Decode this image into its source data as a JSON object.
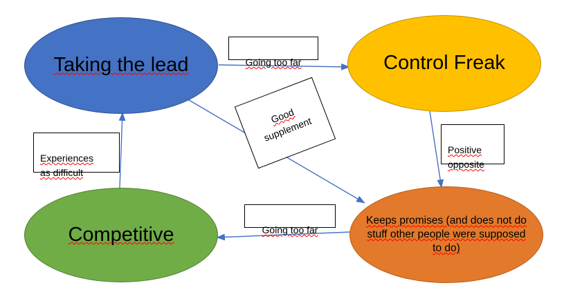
{
  "diagram": {
    "title": "Taking the lead / Control Freak / Competitive behaviour cycle",
    "background_color": "#ffffff",
    "edge_color": "#4472C4",
    "spellcheck_squiggle_color": "#ff0000"
  },
  "nodes": [
    {
      "id": "taking-the-lead",
      "label": "Taking the lead",
      "fill": "#4472C4",
      "stroke": "#2f528f",
      "shape": "ellipse",
      "spellcheck_underline": true
    },
    {
      "id": "control-freak",
      "label": "Control Freak",
      "fill": "#FFC000",
      "stroke": "#bf9000",
      "shape": "ellipse",
      "spellcheck_underline": false
    },
    {
      "id": "competitive",
      "label": "Competitive",
      "fill": "#70AD47",
      "stroke": "#507e32",
      "shape": "ellipse",
      "spellcheck_underline": true
    },
    {
      "id": "keeps-promises",
      "label": "Keeps promises (and does not do stuff other people were supposed to do)",
      "fill": "#E3792B",
      "stroke": "#b85c18",
      "shape": "ellipse",
      "spellcheck_underline": true
    }
  ],
  "edge_labels": {
    "going_too_far_top": "Going too far",
    "good_supplement_line1": "Good",
    "good_supplement_line2": "supplement",
    "experiences_line1": "Experiences",
    "experiences_line2": "as difficult",
    "positive_line1": "Positive",
    "positive_line2": "opposite",
    "going_too_far_bottom": "Going too far"
  },
  "edges": [
    {
      "id": "edge-lead-to-control",
      "from": "taking-the-lead",
      "to": "control-freak",
      "label": "Going too far",
      "direction": "right"
    },
    {
      "id": "edge-control-to-keeps",
      "from": "control-freak",
      "to": "keeps-promises",
      "label": "Positive opposite",
      "direction": "down"
    },
    {
      "id": "edge-keeps-to-competitive",
      "from": "keeps-promises",
      "to": "competitive",
      "label": "Going too far",
      "direction": "left"
    },
    {
      "id": "edge-competitive-to-lead",
      "from": "competitive",
      "to": "taking-the-lead",
      "label": "Experiences as difficult",
      "direction": "up"
    },
    {
      "id": "edge-lead-to-keeps",
      "from": "taking-the-lead",
      "to": "keeps-promises",
      "label": "Good supplement",
      "direction": "diagonal"
    }
  ]
}
